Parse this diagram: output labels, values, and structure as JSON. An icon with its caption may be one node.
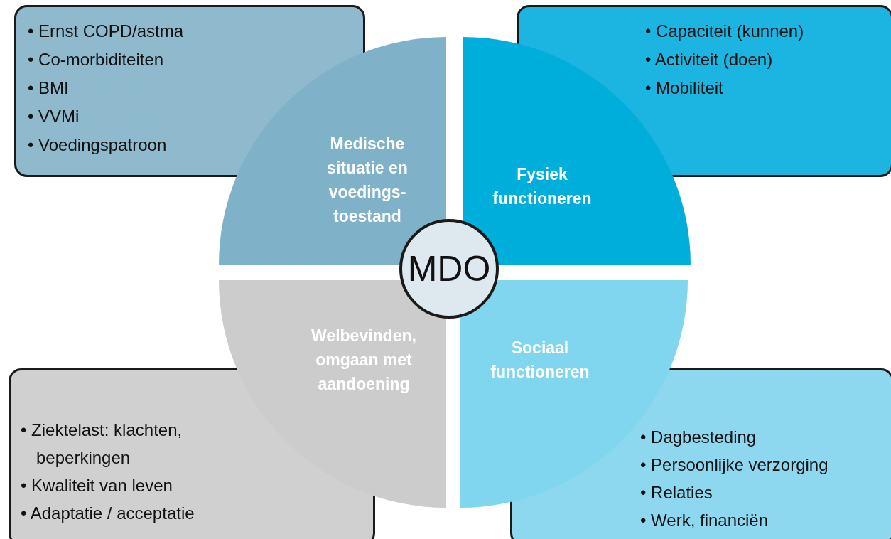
{
  "diagram": {
    "nodes": [
      {
        "text": [
          "• Ernst COPD/astma",
          "• Co-morbiditeiten",
          "• BMI",
          "• VVMi",
          "• Voedingspatroon"
        ]
      },
      {
        "text": [
          "• Capaciteit (kunnen)",
          "• Activiteit (doen)",
          "• Mobiliteit"
        ]
      },
      {
        "text": [
          "Medische situatie en voedings- toestand"
        ]
      },
      {
        "text": [
          "Fysiek functioneren"
        ]
      },
      {
        "text": [
          "MDO"
        ]
      },
      {
        "text": [
          "Welbevinden, omgaan met aandoening"
        ]
      },
      {
        "text": [
          "Sociaal functioneren"
        ]
      },
      {
        "text": [
          "• Ziektelast: klachten, beperkingen",
          "• Kwaliteit van leven",
          "• Adaptatie / acceptatie"
        ]
      },
      {
        "text": [
          "• Dagbesteding",
          "• Persoonlijke verzorging",
          "• Relaties",
          "• Werk, financiën"
        ]
      }
    ]
  }
}
